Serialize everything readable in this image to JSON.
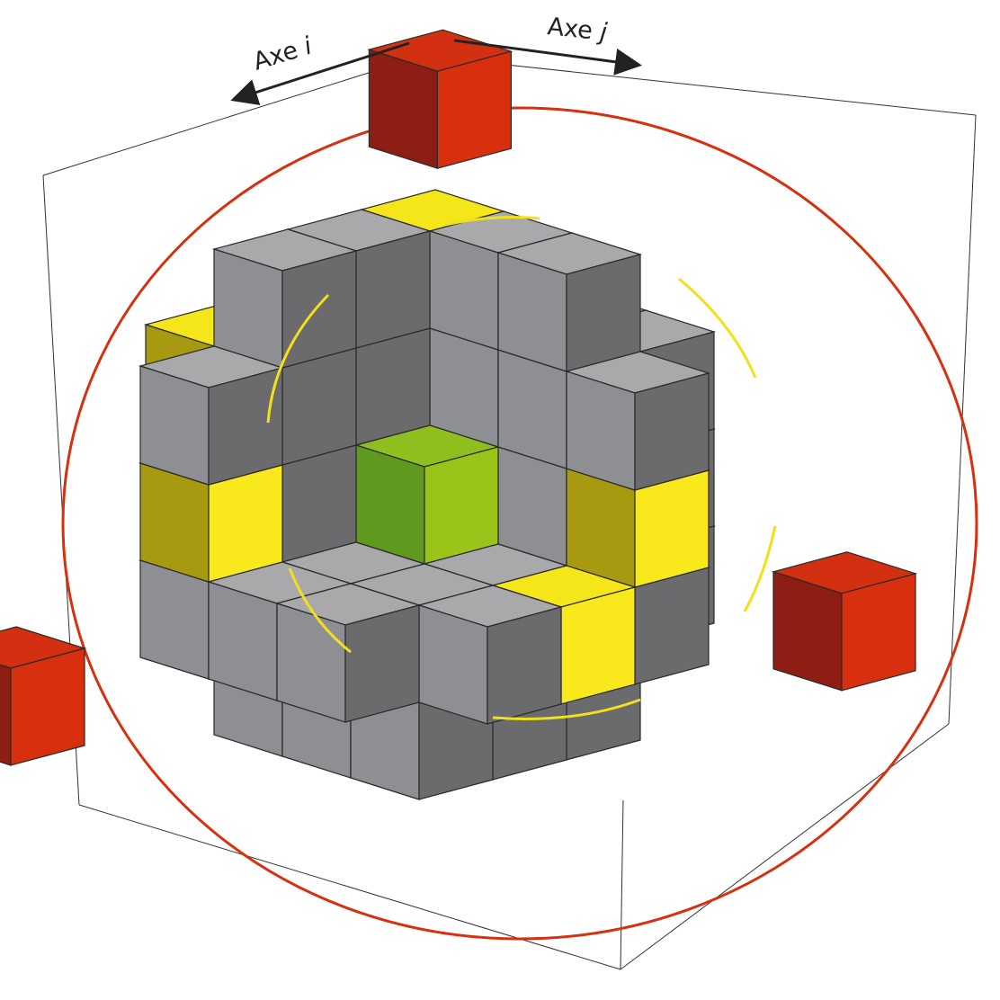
{
  "axes": {
    "axis_i_label": "Axe ",
    "axis_i_var": "i",
    "axis_j_label": "Axe ",
    "axis_j_var": "j"
  },
  "colors": {
    "grey_top": "#a9a9ab",
    "grey_left": "#8e8f92",
    "grey_right": "#6b6b6e",
    "yellow_top": "#f5e61a",
    "yellow_left": "#a89a10",
    "yellow_right": "#f8e81c",
    "green_top": "#8fbf1e",
    "green_left": "#5f9a1e",
    "green_right": "#99c51a",
    "red_top": "#d23010",
    "red_left": "#8e1d14",
    "red_right": "#d8300f",
    "circle": "#d8300f",
    "path": "#f2e01a"
  }
}
